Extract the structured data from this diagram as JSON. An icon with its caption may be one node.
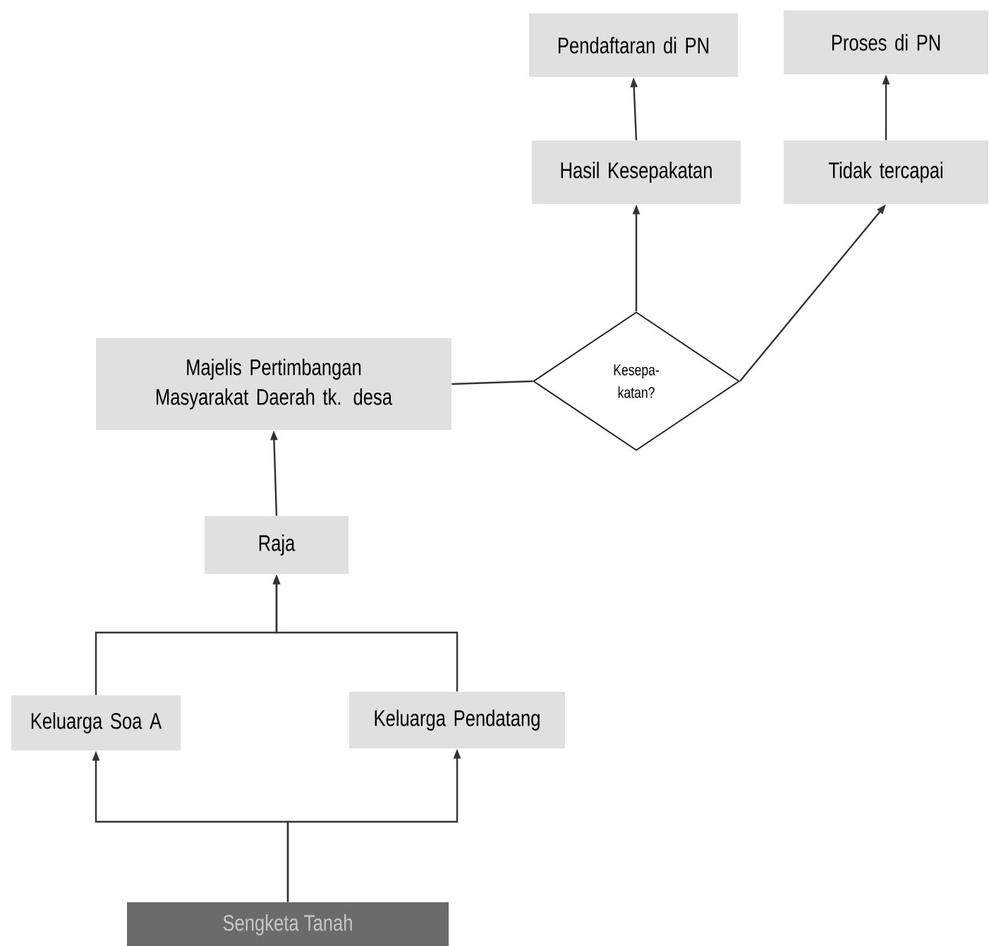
{
  "diagram": {
    "nodes": [
      {
        "text": [
          "Pendaftaran di PN"
        ]
      },
      {
        "text": [
          "Proses di PN"
        ]
      },
      {
        "text": [
          "Hasil Kesepakatan"
        ]
      },
      {
        "text": [
          "Tidak tercapai"
        ]
      },
      {
        "text": [
          "Majelis Pertimbangan Masyarakat Daerah tk. desa"
        ]
      },
      {
        "text": [
          "Kesepa-katan?"
        ]
      },
      {
        "text": [
          "Raja"
        ]
      },
      {
        "text": [
          "Keluarga Soa A"
        ]
      },
      {
        "text": [
          "Keluarga Pendatang"
        ]
      },
      {
        "text": [
          "Sengketa Tanah"
        ]
      }
    ],
    "edges": [
      {
        "from": 9,
        "to": 7,
        "arrow": "to"
      },
      {
        "from": 9,
        "to": 8,
        "arrow": "to"
      },
      {
        "from": 7,
        "to": 6,
        "arrow": "to"
      },
      {
        "from": 8,
        "to": 6,
        "arrow": "to"
      },
      {
        "from": 6,
        "to": 4,
        "arrow": "to"
      },
      {
        "from": 4,
        "to": 5,
        "arrow": "none"
      },
      {
        "from": 5,
        "to": 2,
        "arrow": "to"
      },
      {
        "from": 5,
        "to": 3,
        "arrow": "to"
      },
      {
        "from": 2,
        "to": 0,
        "arrow": "to"
      },
      {
        "from": 3,
        "to": 1,
        "arrow": "to"
      }
    ]
  }
}
